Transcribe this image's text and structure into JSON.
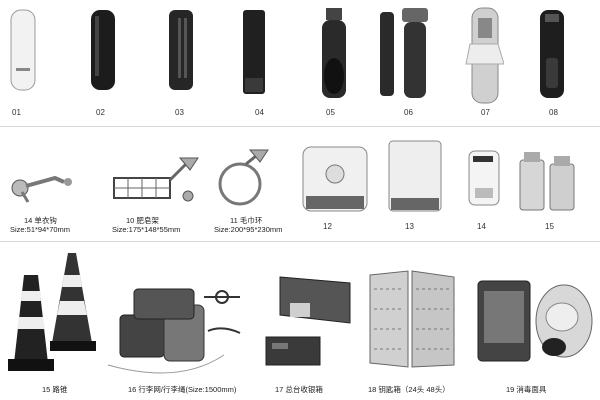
{
  "catalog": {
    "row1": [
      {
        "no": "01"
      },
      {
        "no": "02"
      },
      {
        "no": "03"
      },
      {
        "no": "04"
      },
      {
        "no": "05"
      },
      {
        "no": "06"
      },
      {
        "no": "07"
      },
      {
        "no": "08"
      }
    ],
    "row2": [
      {
        "label": "14  单衣钩",
        "size": "Size:51*94*70mm"
      },
      {
        "label": "10  肥皂架",
        "size": "Size:175*148*55mm"
      },
      {
        "label": "11  毛巾环",
        "size": "Size:200*95*230mm"
      },
      {
        "no": "12"
      },
      {
        "no": "13"
      },
      {
        "no": "14"
      },
      {
        "no": "15"
      }
    ],
    "row3": [
      {
        "label": "15  路锥"
      },
      {
        "label": "16  行李网/行李绳(Size:1500mm)"
      },
      {
        "label": "17  总台收银箱"
      },
      {
        "label": "18  钥匙箱（24头  48头）"
      },
      {
        "label": "19  消毒面具"
      }
    ]
  }
}
